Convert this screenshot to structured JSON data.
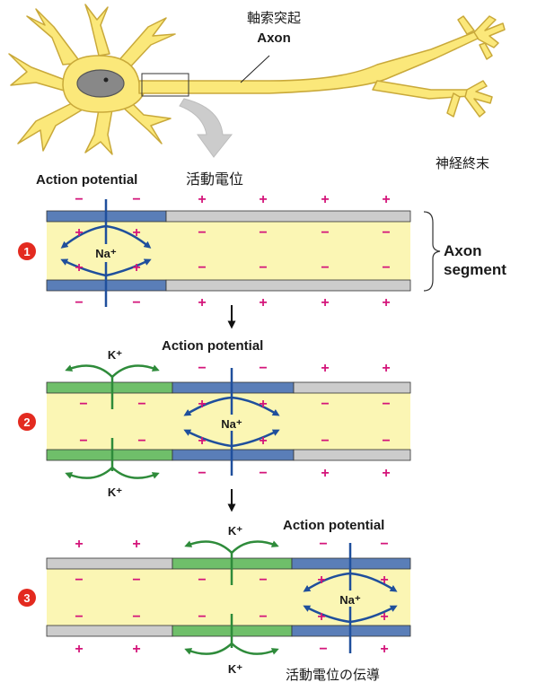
{
  "neuron": {
    "axon_label_jp": "軸索突起",
    "axon_label_en": "Axon",
    "terminal_label_jp": "神経終末"
  },
  "labels": {
    "action_potential_en": "Action potential",
    "action_potential_jp": "活動電位",
    "axon_segment_line1": "Axon",
    "axon_segment_line2": "segment",
    "conduction_jp": "活動電位の伝導",
    "na_ion": "Na⁺",
    "k_ion": "K⁺",
    "plus": "+",
    "minus": "−"
  },
  "steps": [
    {
      "number": "1"
    },
    {
      "number": "2"
    },
    {
      "number": "3"
    }
  ],
  "colors": {
    "neuron_fill": "#fbe87a",
    "neuron_stroke": "#c9a93a",
    "nucleus": "#888888",
    "axon_interior": "#fbf6b4",
    "depolarized_membrane": "#5a7eb8",
    "repolarizing_membrane": "#6fbf6a",
    "resting_membrane": "#cccccc",
    "na_arrow": "#1f4f9c",
    "k_arrow": "#2e8b3a",
    "charge_sign": "#d4157a",
    "step_badge": "#e32a1f"
  }
}
